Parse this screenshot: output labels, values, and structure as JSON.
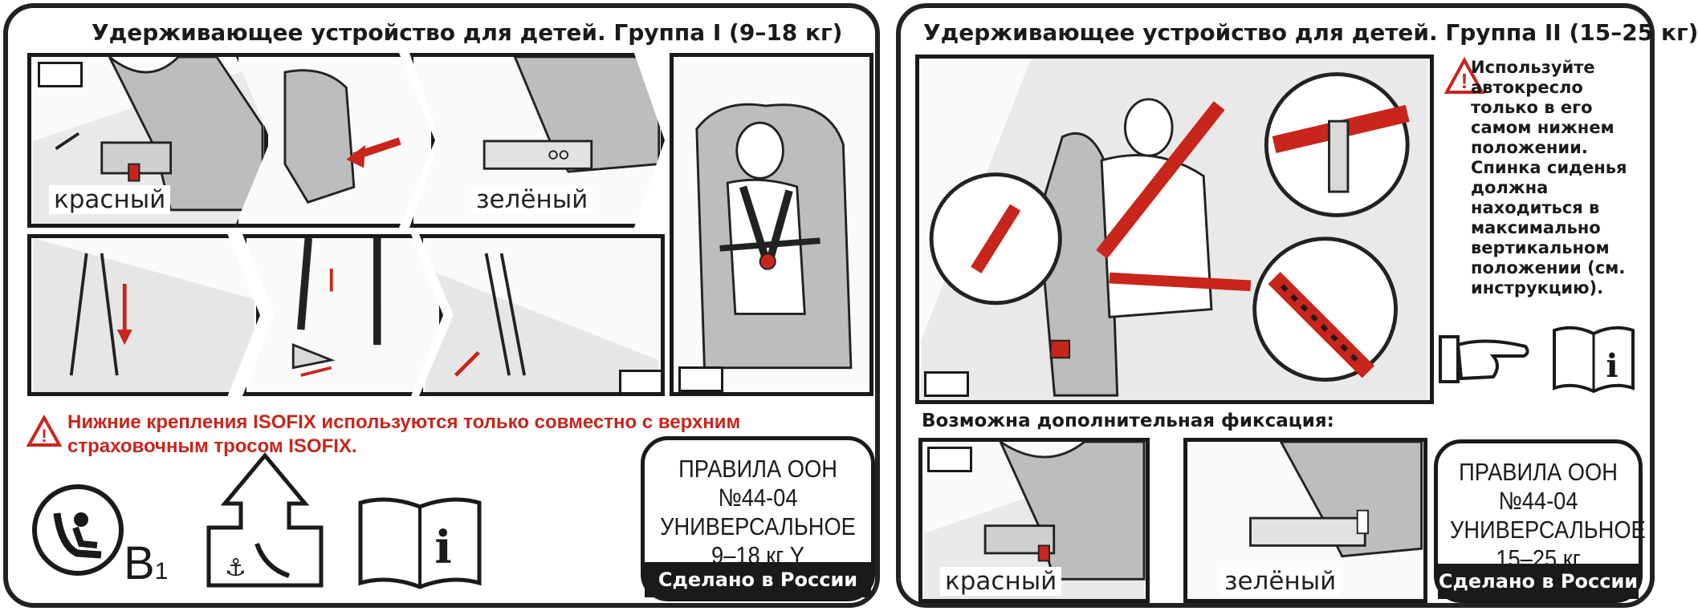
{
  "group1": {
    "title": "Удерживающее устройство для детей. Группа I (9–18 кг)",
    "label_red": "красный",
    "label_green": "зелёный",
    "warning": "Нижние крепления ISOFIX используются только совместно с верхним страховочным тросом ISOFIX.",
    "class_mark": "B",
    "class_sub": "1",
    "rules_lines": [
      "ПРАВИЛА ООН",
      "№44-04",
      "УНИВЕРСАЛЬНОЕ",
      "9–18 кг Y"
    ],
    "made_in": "Сделано в России"
  },
  "group2": {
    "title": "Удерживающее устройство для детей. Группа II (15–25 кг)",
    "note": "Используйте автокресло только в его самом нижнем положении. Спинка сиденья должна находиться в максимально вертикальном положении (см. инструкцию).",
    "extra_fix": "Возможна дополнительная фиксация:",
    "label_red": "красный",
    "label_green": "зелёный",
    "rules_lines": [
      "ПРАВИЛА ООН",
      "№44-04",
      "УНИВЕРСАЛЬНОЕ",
      "15–25 кг"
    ],
    "made_in": "Сделано в России"
  },
  "colors": {
    "accent_red": "#c8251b",
    "ink": "#1a1a1a",
    "seat_gray": "#bdbdbd"
  },
  "icons": [
    "car-icon",
    "warning-triangle-icon",
    "child-seat-icon",
    "instruction-book-icon",
    "pointing-hand-icon",
    "anchor-icon"
  ]
}
